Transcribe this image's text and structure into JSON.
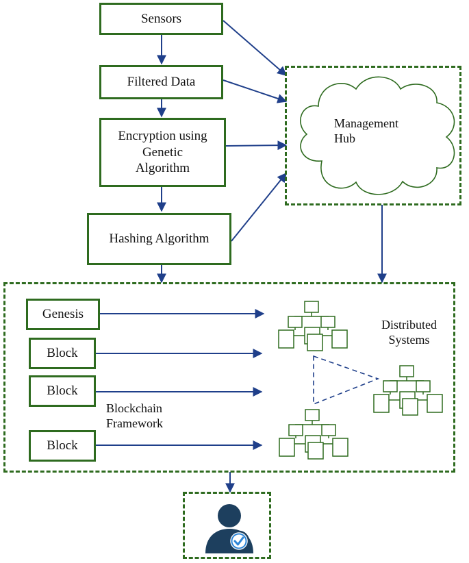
{
  "flow": {
    "sensors": "Sensors",
    "filtered": "Filtered Data",
    "encryption": [
      "Encryption using",
      "Genetic",
      "Algorithm"
    ],
    "hashing": "Hashing Algorithm"
  },
  "hub": {
    "label": [
      "Management",
      "Hub"
    ]
  },
  "blockchain": {
    "genesis": "Genesis",
    "blocks": [
      "Block",
      "Block",
      "Block"
    ],
    "framework_label": [
      "Blockchain",
      "Framework"
    ]
  },
  "distributed": {
    "label": [
      "Distributed",
      "Systems"
    ]
  },
  "icons": {
    "user": "user-verified-icon",
    "network": "hierarchy-network-icon",
    "cloud": "cloud-icon"
  },
  "colors": {
    "box_border": "#2e6b1f",
    "arrow": "#1f3f8a",
    "icon_user": "#1d3f5e",
    "check": "#2f86d6",
    "hierarchy": "#2e6b1f"
  }
}
